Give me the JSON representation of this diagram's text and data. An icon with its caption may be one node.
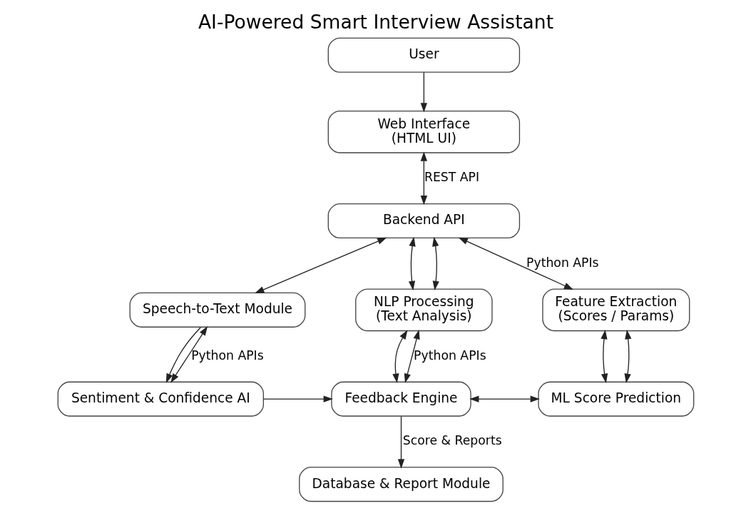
{
  "diagram": {
    "title": "AI-Powered Smart Interview Assistant",
    "nodes": [
      {
        "text": [
          "User"
        ]
      },
      {
        "text": [
          "Web Interface",
          "(HTML UI)"
        ]
      },
      {
        "text": [
          "Backend API"
        ]
      },
      {
        "text": [
          "Speech-to-Text Module"
        ]
      },
      {
        "text": [
          "NLP Processing",
          "(Text Analysis)"
        ]
      },
      {
        "text": [
          "Feature Extraction",
          "(Scores / Params)"
        ]
      },
      {
        "text": [
          "Sentiment & Confidence AI"
        ]
      },
      {
        "text": [
          "Feedback Engine"
        ]
      },
      {
        "text": [
          "ML Score Prediction"
        ]
      },
      {
        "text": [
          "Database & Report Module"
        ]
      }
    ],
    "edges": [
      {
        "from": 0,
        "to": 1,
        "arrow": "to"
      },
      {
        "from": 1,
        "to": 2,
        "arrow": "both",
        "label": "REST API"
      },
      {
        "from": 2,
        "to": 3,
        "arrow": "both"
      },
      {
        "from": 2,
        "to": 4,
        "arrow": "both"
      },
      {
        "from": 2,
        "to": 4,
        "arrow": "both"
      },
      {
        "from": 2,
        "to": 5,
        "arrow": "both",
        "label": "Python APIs"
      },
      {
        "from": 3,
        "to": 6,
        "arrow": "to"
      },
      {
        "from": 3,
        "to": 6,
        "arrow": "both",
        "label": "Python APIs"
      },
      {
        "from": 4,
        "to": 7,
        "arrow": "both"
      },
      {
        "from": 4,
        "to": 7,
        "arrow": "both",
        "label": "Python APIs"
      },
      {
        "from": 5,
        "to": 8,
        "arrow": "both"
      },
      {
        "from": 5,
        "to": 8,
        "arrow": "both"
      },
      {
        "from": 6,
        "to": 7,
        "arrow": "to"
      },
      {
        "from": 7,
        "to": 8,
        "arrow": "both"
      },
      {
        "from": 7,
        "to": 9,
        "arrow": "to",
        "label": "Score & Reports"
      }
    ]
  }
}
